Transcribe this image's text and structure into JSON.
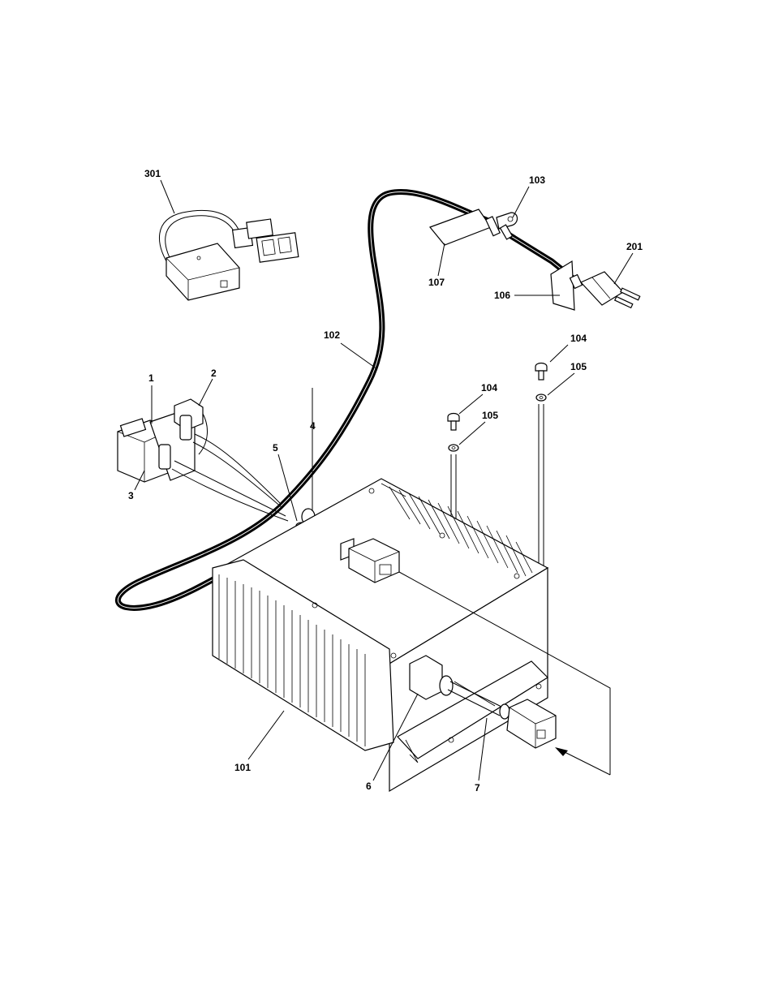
{
  "callouts": {
    "c301": "301",
    "c103": "103",
    "c201": "201",
    "c107": "107",
    "c106": "106",
    "c102": "102",
    "c104a": "104",
    "c105a": "105",
    "c104b": "104",
    "c105b": "105",
    "c1": "1",
    "c2": "2",
    "c3": "3",
    "c4": "4",
    "c5": "5",
    "c101": "101",
    "c6": "6",
    "c7": "7"
  },
  "colors": {
    "line": "#000000",
    "background": "#ffffff"
  }
}
